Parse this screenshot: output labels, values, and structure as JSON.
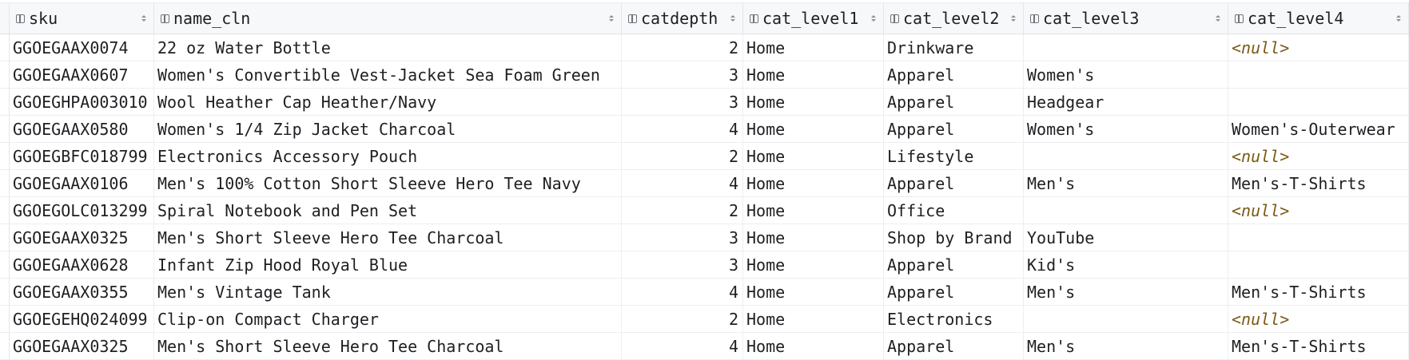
{
  "table": {
    "columns": [
      {
        "key": "sku",
        "label": "sku",
        "numeric": false
      },
      {
        "key": "name_cln",
        "label": "name_cln",
        "numeric": false
      },
      {
        "key": "catdepth",
        "label": "catdepth",
        "numeric": true
      },
      {
        "key": "cat_level1",
        "label": "cat_level1",
        "numeric": false
      },
      {
        "key": "cat_level2",
        "label": "cat_level2",
        "numeric": false
      },
      {
        "key": "cat_level3",
        "label": "cat_level3",
        "numeric": false
      },
      {
        "key": "cat_level4",
        "label": "cat_level4",
        "numeric": false
      }
    ],
    "null_text": "<null>",
    "rows": [
      {
        "sku": "GGOEGAAX0074",
        "name_cln": "22 oz Water Bottle",
        "catdepth": "2",
        "cat_level1": "Home",
        "cat_level2": "Drinkware",
        "cat_level3": "",
        "cat_level4": null
      },
      {
        "sku": "GGOEGAAX0607",
        "name_cln": "Women's Convertible Vest-Jacket Sea Foam Green",
        "catdepth": "3",
        "cat_level1": "Home",
        "cat_level2": "Apparel",
        "cat_level3": "Women's",
        "cat_level4": ""
      },
      {
        "sku": "GGOEGHPA003010",
        "name_cln": "Wool Heather Cap Heather/Navy",
        "catdepth": "3",
        "cat_level1": "Home",
        "cat_level2": "Apparel",
        "cat_level3": "Headgear",
        "cat_level4": ""
      },
      {
        "sku": "GGOEGAAX0580",
        "name_cln": "Women's 1/4 Zip Jacket Charcoal",
        "catdepth": "4",
        "cat_level1": "Home",
        "cat_level2": "Apparel",
        "cat_level3": "Women's",
        "cat_level4": "Women's-Outerwear"
      },
      {
        "sku": "GGOEGBFC018799",
        "name_cln": "Electronics Accessory Pouch",
        "catdepth": "2",
        "cat_level1": "Home",
        "cat_level2": "Lifestyle",
        "cat_level3": "",
        "cat_level4": null
      },
      {
        "sku": "GGOEGAAX0106",
        "name_cln": "Men's 100% Cotton Short Sleeve Hero Tee Navy",
        "catdepth": "4",
        "cat_level1": "Home",
        "cat_level2": "Apparel",
        "cat_level3": "Men's",
        "cat_level4": "Men's-T-Shirts"
      },
      {
        "sku": "GGOEGOLC013299",
        "name_cln": "Spiral Notebook and Pen Set",
        "catdepth": "2",
        "cat_level1": "Home",
        "cat_level2": "Office",
        "cat_level3": "",
        "cat_level4": null
      },
      {
        "sku": "GGOEGAAX0325",
        "name_cln": "Men's Short Sleeve Hero Tee Charcoal",
        "catdepth": "3",
        "cat_level1": "Home",
        "cat_level2": "Shop by Brand",
        "cat_level3": "YouTube",
        "cat_level4": ""
      },
      {
        "sku": "GGOEGAAX0628",
        "name_cln": "Infant Zip Hood Royal Blue",
        "catdepth": "3",
        "cat_level1": "Home",
        "cat_level2": "Apparel",
        "cat_level3": "Kid's",
        "cat_level4": ""
      },
      {
        "sku": "GGOEGAAX0355",
        "name_cln": "Men's Vintage Tank",
        "catdepth": "4",
        "cat_level1": "Home",
        "cat_level2": "Apparel",
        "cat_level3": "Men's",
        "cat_level4": "Men's-T-Shirts"
      },
      {
        "sku": "GGOEGEHQ024099",
        "name_cln": "Clip-on Compact Charger",
        "catdepth": "2",
        "cat_level1": "Home",
        "cat_level2": "Electronics",
        "cat_level3": "",
        "cat_level4": null
      },
      {
        "sku": "GGOEGAAX0325",
        "name_cln": "Men's Short Sleeve Hero Tee Charcoal",
        "catdepth": "4",
        "cat_level1": "Home",
        "cat_level2": "Apparel",
        "cat_level3": "Men's",
        "cat_level4": "Men's-T-Shirts"
      }
    ]
  }
}
